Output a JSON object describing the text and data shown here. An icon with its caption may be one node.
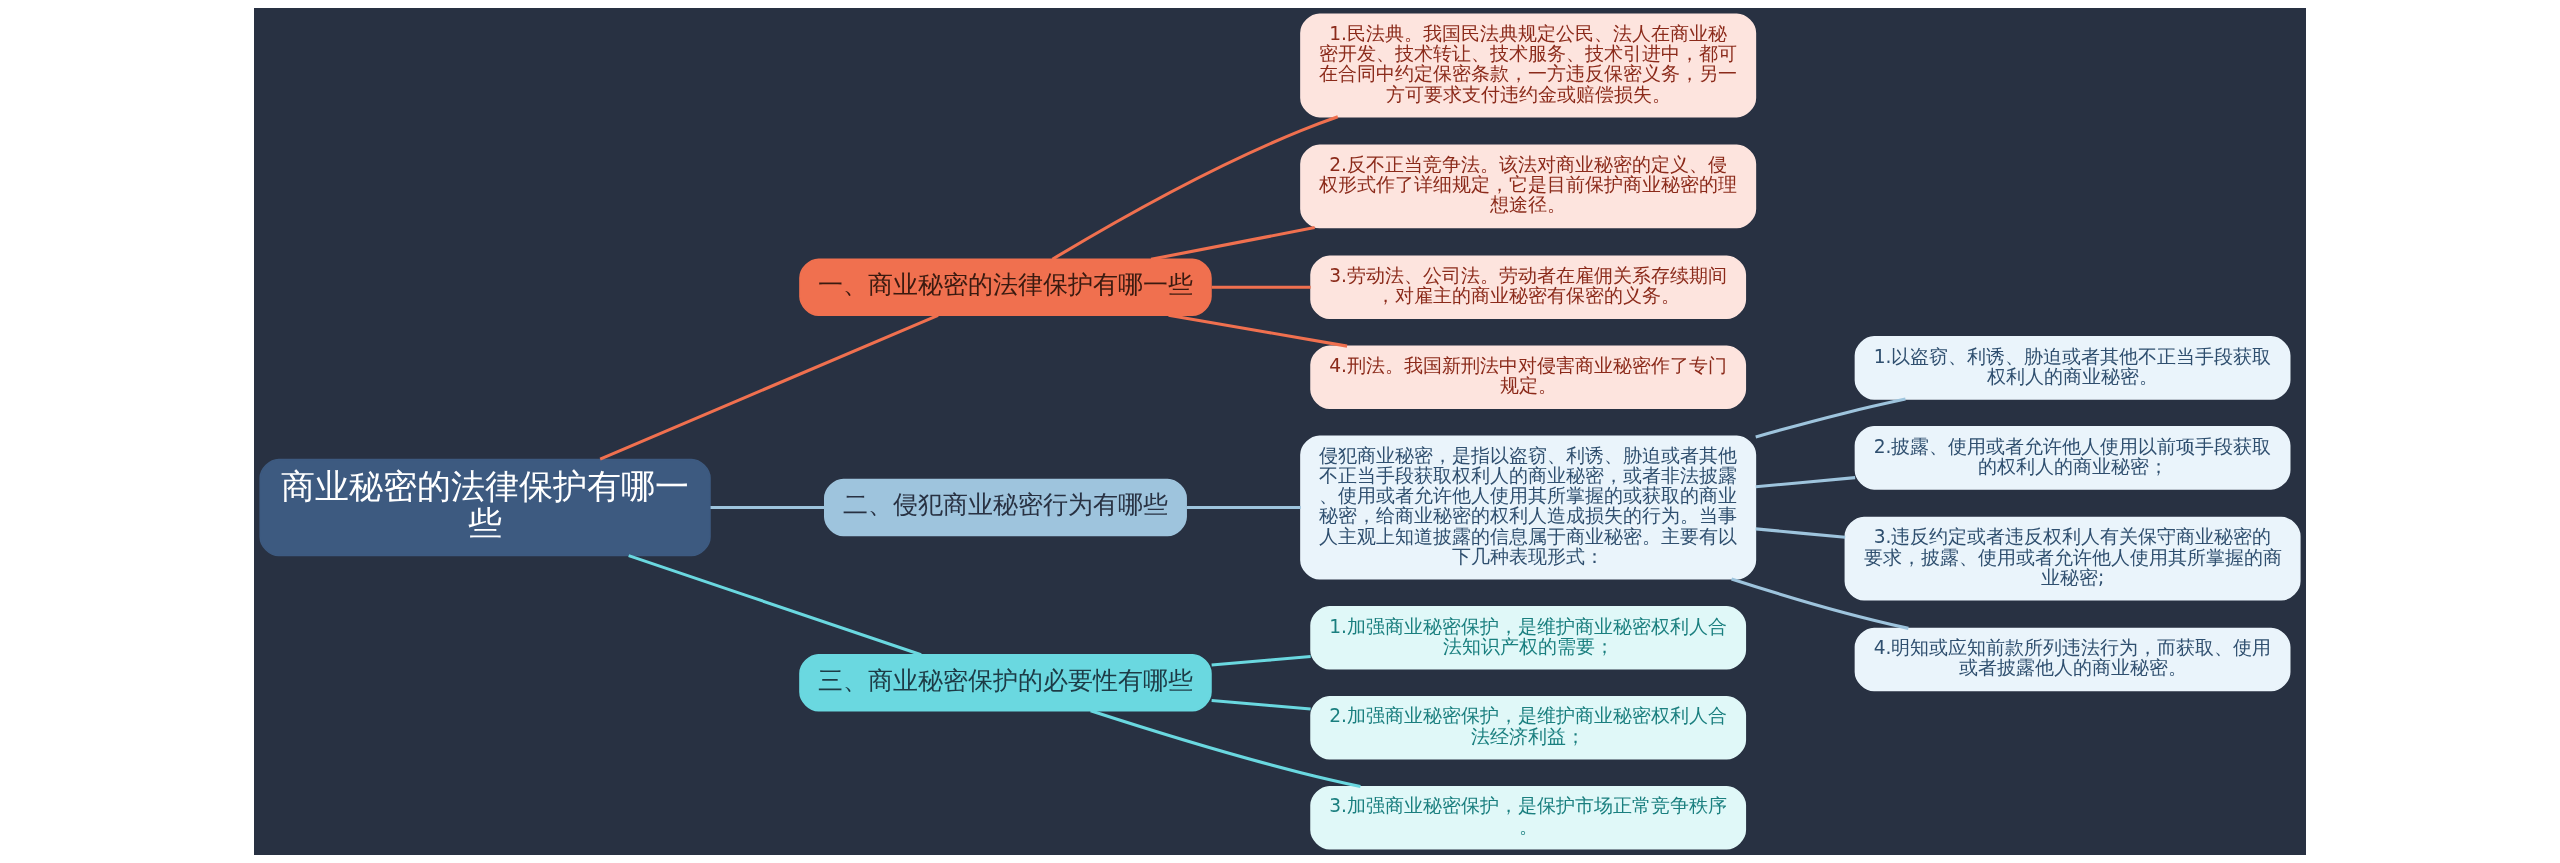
{
  "diagram": {
    "nodes": [
      {
        "text": [
          "商业秘密的法律保护有哪一些"
        ]
      },
      {
        "text": [
          "一、商业秘密的法律保护有哪一些"
        ]
      },
      {
        "text": [
          "1.民法典。我国民法典规定公民、法人在商业秘密开发、技术转让、技术服务、技术引进中，都可在合同中约定保密条款，一方违反保密义务，另一方可要求支付违约金或赔偿损失。"
        ]
      },
      {
        "text": [
          "2.反不正当竞争法。该法对商业秘密的定义、侵权形式作了详细规定，它是目前保护商业秘密的理想途径。"
        ]
      },
      {
        "text": [
          "3.劳动法、公司法。劳动者在雇佣关系存续期间，对雇主的商业秘密有保密的义务。"
        ]
      },
      {
        "text": [
          "4.刑法。我国新刑法中对侵害商业秘密作了专门规定。"
        ]
      },
      {
        "text": [
          "二、侵犯商业秘密行为有哪些"
        ]
      },
      {
        "text": [
          "侵犯商业秘密，是指以盗窃、利诱、胁迫或者其他不正当手段获取权利人的商业秘密，或者非法披露、使用或者允许他人使用其所掌握的或获取的商业秘密，给商业秘密的权利人造成损失的行为。当事人主观上知道披露的信息属于商业秘密。主要有以下几种表现形式："
        ]
      },
      {
        "text": [
          "1.以盗窃、利诱、胁迫或者其他不正当手段获取权利人的商业秘密。"
        ]
      },
      {
        "text": [
          "2.披露、使用或者允许他人使用以前项手段获取的权利人的商业秘密；"
        ]
      },
      {
        "text": [
          "3.违反约定或者违反权利人有关保守商业秘密的要求，披露、使用或者允许他人使用其所掌握的商业秘密;"
        ]
      },
      {
        "text": [
          "4.明知或应知前款所列违法行为，而获取、使用或者披露他人的商业秘密。"
        ]
      },
      {
        "text": [
          "三、商业秘密保护的必要性有哪些"
        ]
      },
      {
        "text": [
          "1.加强商业秘密保护，是维护商业秘密权利人合法知识产权的需要；"
        ]
      },
      {
        "text": [
          "2.加强商业秘密保护，是维护商业秘密权利人合法经济利益；"
        ]
      },
      {
        "text": [
          "3.加强商业秘密保护，是保护市场正常竞争秩序。"
        ]
      }
    ],
    "edges": [
      {
        "from": 0,
        "to": 1,
        "arrow": "none",
        "color": "#f0704f"
      },
      {
        "from": 1,
        "to": 2,
        "arrow": "none",
        "color": "#f0704f"
      },
      {
        "from": 1,
        "to": 3,
        "arrow": "none",
        "color": "#f0704f"
      },
      {
        "from": 1,
        "to": 4,
        "arrow": "none",
        "color": "#f0704f"
      },
      {
        "from": 1,
        "to": 5,
        "arrow": "none",
        "color": "#f0704f"
      },
      {
        "from": 0,
        "to": 6,
        "arrow": "none",
        "color": "#9ec4dd"
      },
      {
        "from": 6,
        "to": 7,
        "arrow": "none",
        "color": "#9ec4dd"
      },
      {
        "from": 7,
        "to": 8,
        "arrow": "none",
        "color": "#9ec4dd"
      },
      {
        "from": 7,
        "to": 9,
        "arrow": "none",
        "color": "#9ec4dd"
      },
      {
        "from": 7,
        "to": 10,
        "arrow": "none",
        "color": "#9ec4dd"
      },
      {
        "from": 7,
        "to": 11,
        "arrow": "none",
        "color": "#9ec4dd"
      },
      {
        "from": 0,
        "to": 12,
        "arrow": "none",
        "color": "#6ad8e0"
      },
      {
        "from": 12,
        "to": 13,
        "arrow": "none",
        "color": "#6ad8e0"
      },
      {
        "from": 12,
        "to": 14,
        "arrow": "none",
        "color": "#6ad8e0"
      },
      {
        "from": 12,
        "to": 15,
        "arrow": "none",
        "color": "#6ad8e0"
      }
    ]
  }
}
